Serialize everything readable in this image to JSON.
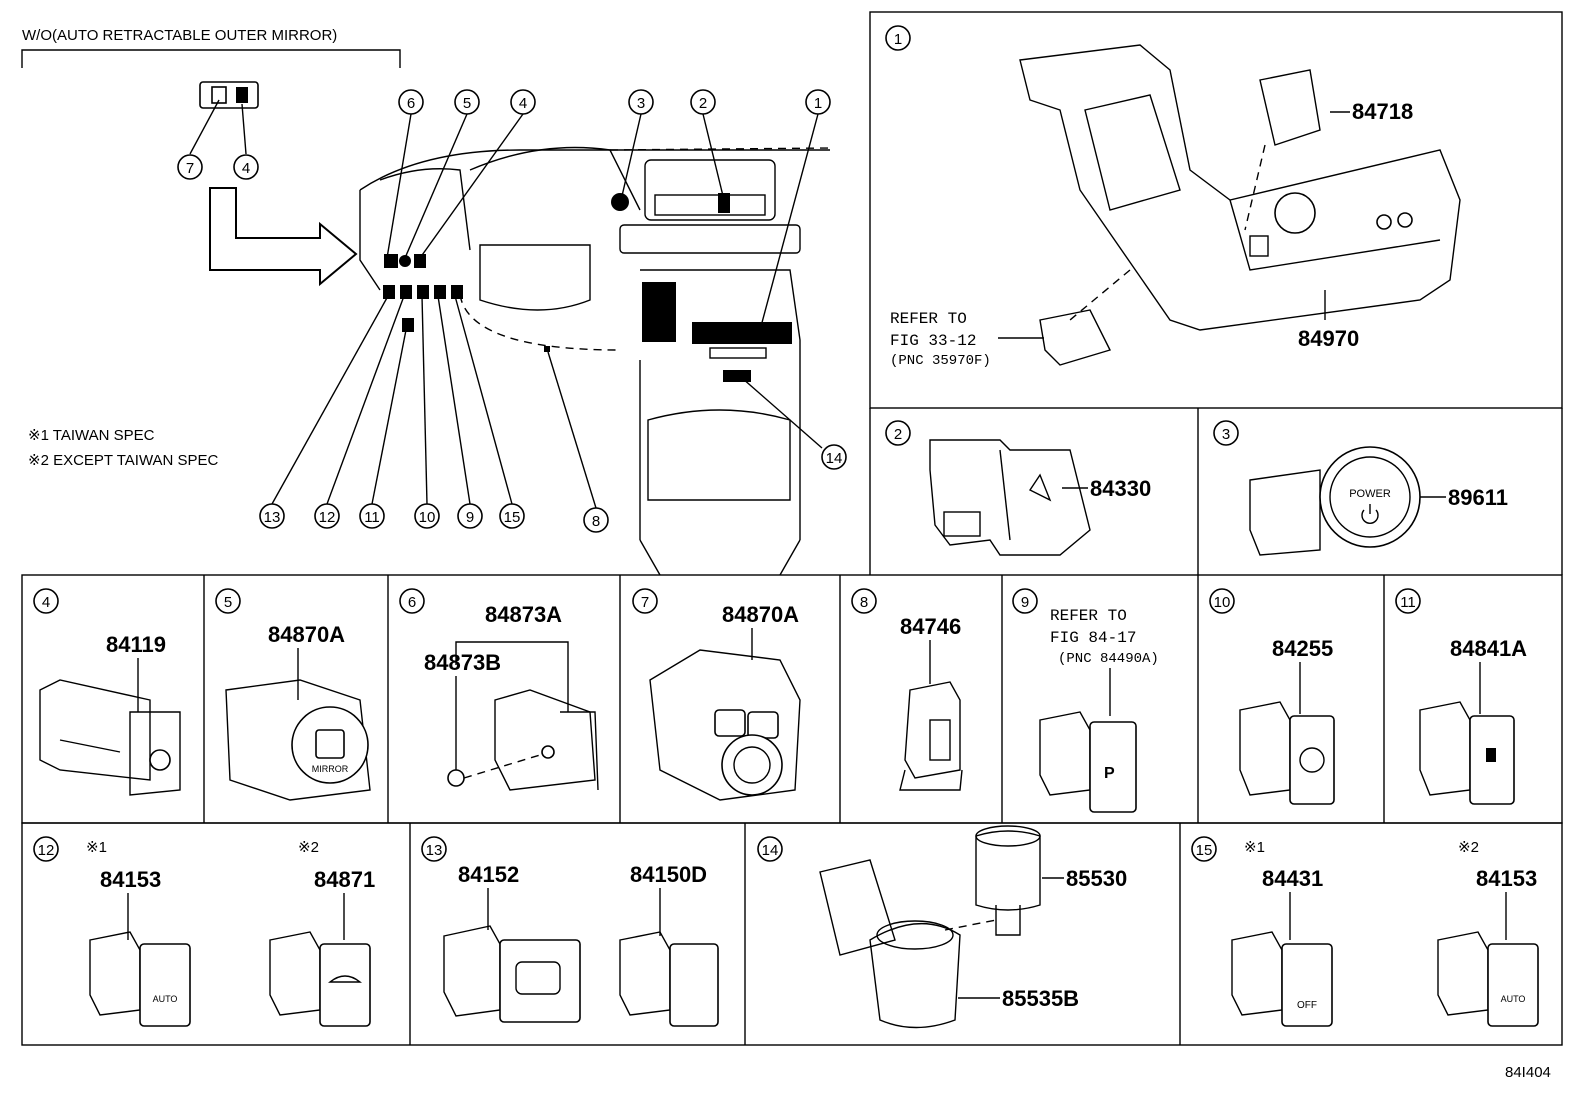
{
  "overview": {
    "header": "W/O(AUTO RETRACTABLE OUTER MIRROR)",
    "note1": "※1 TAIWAN SPEC",
    "note2": "※2 EXCEPT TAIWAN SPEC",
    "callouts": [
      "1",
      "2",
      "3",
      "4",
      "5",
      "6",
      "7",
      "8",
      "9",
      "10",
      "11",
      "12",
      "13",
      "14",
      "15"
    ]
  },
  "panels": {
    "p1": {
      "num": "1",
      "part_a": "84718",
      "part_b": "84970",
      "ref1": "REFER TO",
      "ref2": "FIG 33-12",
      "ref3": "(PNC 35970F)"
    },
    "p2": {
      "num": "2",
      "part": "84330"
    },
    "p3": {
      "num": "3",
      "part": "89611",
      "label": "POWER"
    },
    "p4": {
      "num": "4",
      "part": "84119"
    },
    "p5": {
      "num": "5",
      "part": "84870A",
      "label": "MIRROR"
    },
    "p6": {
      "num": "6",
      "part_a": "84873A",
      "part_b": "84873B"
    },
    "p7": {
      "num": "7",
      "part": "84870A"
    },
    "p8": {
      "num": "8",
      "part": "84746"
    },
    "p9": {
      "num": "9",
      "ref1": "REFER TO",
      "ref2": "FIG 84-17",
      "ref3": "(PNC 84490A)"
    },
    "p10": {
      "num": "10",
      "part": "84255"
    },
    "p11": {
      "num": "11",
      "part": "84841A"
    },
    "p12": {
      "num": "12",
      "mark_a": "※1",
      "mark_b": "※2",
      "part_a": "84153",
      "part_b": "84871",
      "label": "AUTO"
    },
    "p13": {
      "num": "13",
      "part_a": "84152",
      "part_b": "84150D"
    },
    "p14": {
      "num": "14",
      "part_a": "85530",
      "part_b": "85535B"
    },
    "p15": {
      "num": "15",
      "mark_a": "※1",
      "mark_b": "※2",
      "part_a": "84431",
      "part_b": "84153",
      "label_a": "OFF",
      "label_b": "AUTO"
    }
  },
  "footer": {
    "code": "84I404"
  }
}
